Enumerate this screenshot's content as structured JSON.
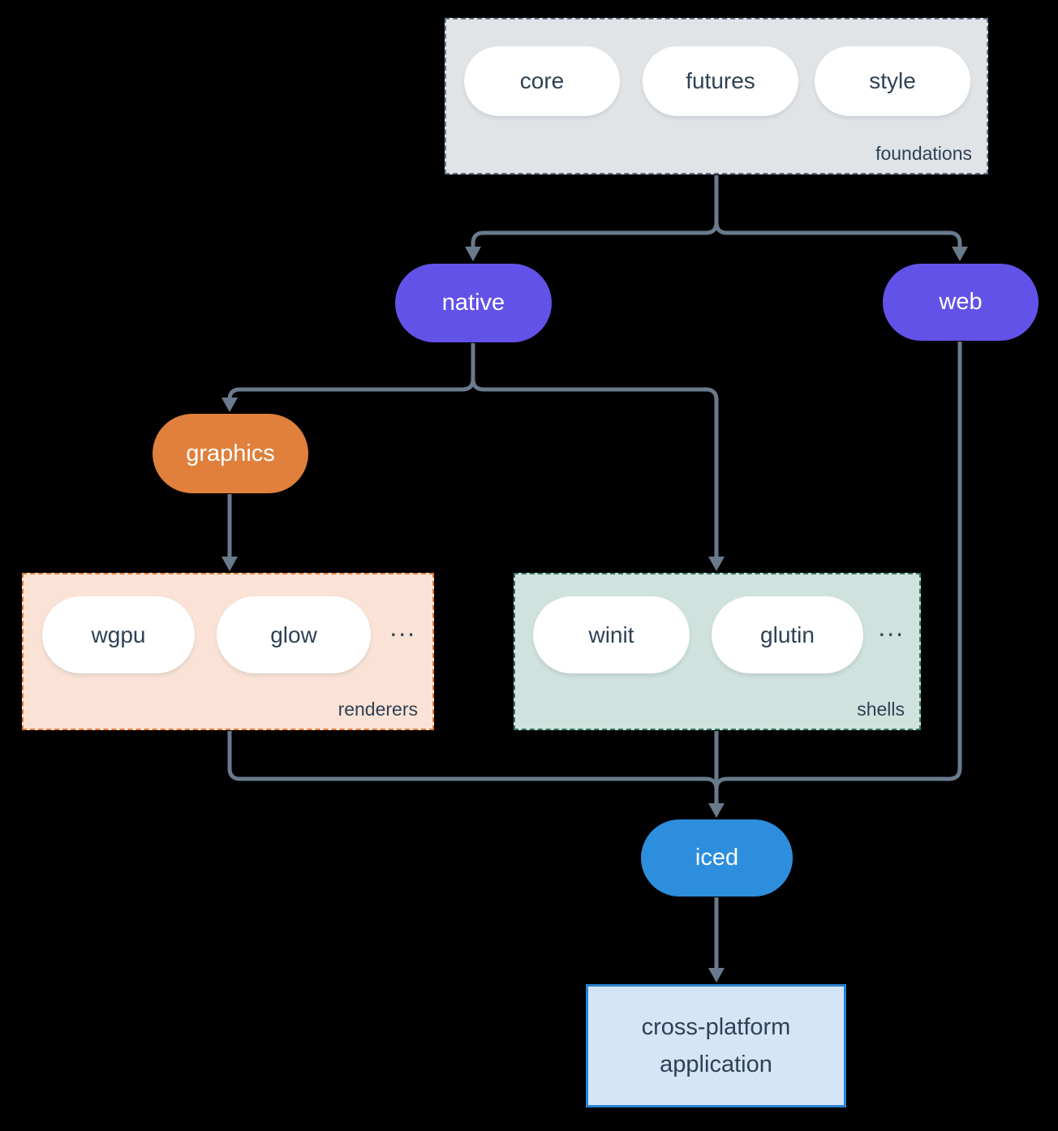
{
  "colors": {
    "background": "#000000",
    "connector": "#697a8c",
    "node_text_light": "#ffffff",
    "text_dark": "#2f4154",
    "purple_node": "#6352e8",
    "orange_node": "#e0803c",
    "blue_node": "#2d8edd",
    "foundations_fill": "#e1e4e7",
    "foundations_border": "#66768a",
    "renderers_fill": "#fae3d6",
    "renderers_border": "#e0772e",
    "shells_fill": "#d0e2dd",
    "shells_border": "#2e7668",
    "app_fill": "#d4e5f7",
    "app_border": "#2a82cf"
  },
  "groups": {
    "foundations": {
      "label": "foundations",
      "items": [
        "core",
        "futures",
        "style"
      ]
    },
    "renderers": {
      "label": "renderers",
      "items": [
        "wgpu",
        "glow"
      ],
      "ellipsis": "..."
    },
    "shells": {
      "label": "shells",
      "items": [
        "winit",
        "glutin"
      ],
      "ellipsis": "..."
    }
  },
  "nodes": {
    "native": {
      "label": "native"
    },
    "web": {
      "label": "web"
    },
    "graphics": {
      "label": "graphics"
    },
    "iced": {
      "label": "iced"
    },
    "application": {
      "line1": "cross-platform",
      "line2": "application"
    }
  },
  "edges": [
    {
      "from": "foundations",
      "to": "native"
    },
    {
      "from": "foundations",
      "to": "web"
    },
    {
      "from": "native",
      "to": "graphics"
    },
    {
      "from": "native",
      "to": "shells"
    },
    {
      "from": "graphics",
      "to": "renderers"
    },
    {
      "from": "renderers",
      "to": "iced"
    },
    {
      "from": "shells",
      "to": "iced"
    },
    {
      "from": "web",
      "to": "iced"
    },
    {
      "from": "iced",
      "to": "application"
    }
  ]
}
